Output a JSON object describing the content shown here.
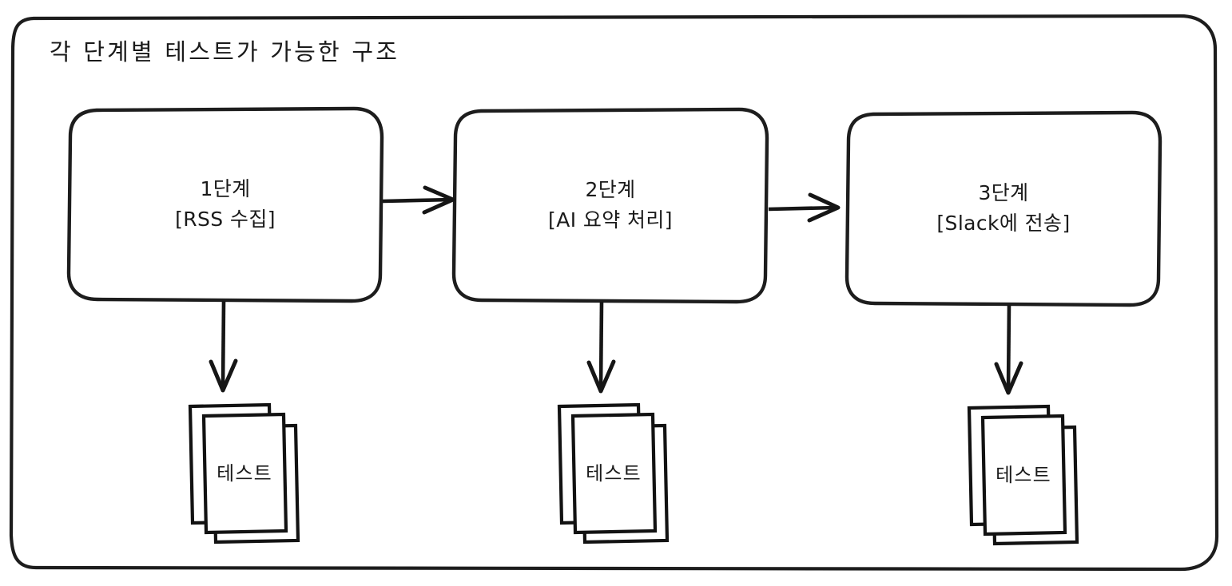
{
  "diagram": {
    "title": "각 단계별 테스트가 가능한 구조",
    "background_color": "#ffffff",
    "stroke_color": "#1d1d1d",
    "text_color": "#1a1a1a",
    "style": "hand-drawn sketch flowchart",
    "stages": [
      {
        "id": "stage-1",
        "heading": "1단계",
        "detail": "[RSS 수집]",
        "test_label": "테스트"
      },
      {
        "id": "stage-2",
        "heading": "2단계",
        "detail": "[AI 요약 처리]",
        "test_label": "테스트"
      },
      {
        "id": "stage-3",
        "heading": "3단계",
        "detail": "[Slack에 전송]",
        "test_label": "테스트"
      }
    ],
    "connectors": [
      {
        "id": "arrow-stage1-to-stage2",
        "direction": "right"
      },
      {
        "id": "arrow-stage2-to-stage3",
        "direction": "right"
      },
      {
        "id": "arrow-stage1-to-test1",
        "direction": "down"
      },
      {
        "id": "arrow-stage2-to-test2",
        "direction": "down"
      },
      {
        "id": "arrow-stage3-to-test3",
        "direction": "down"
      }
    ]
  }
}
